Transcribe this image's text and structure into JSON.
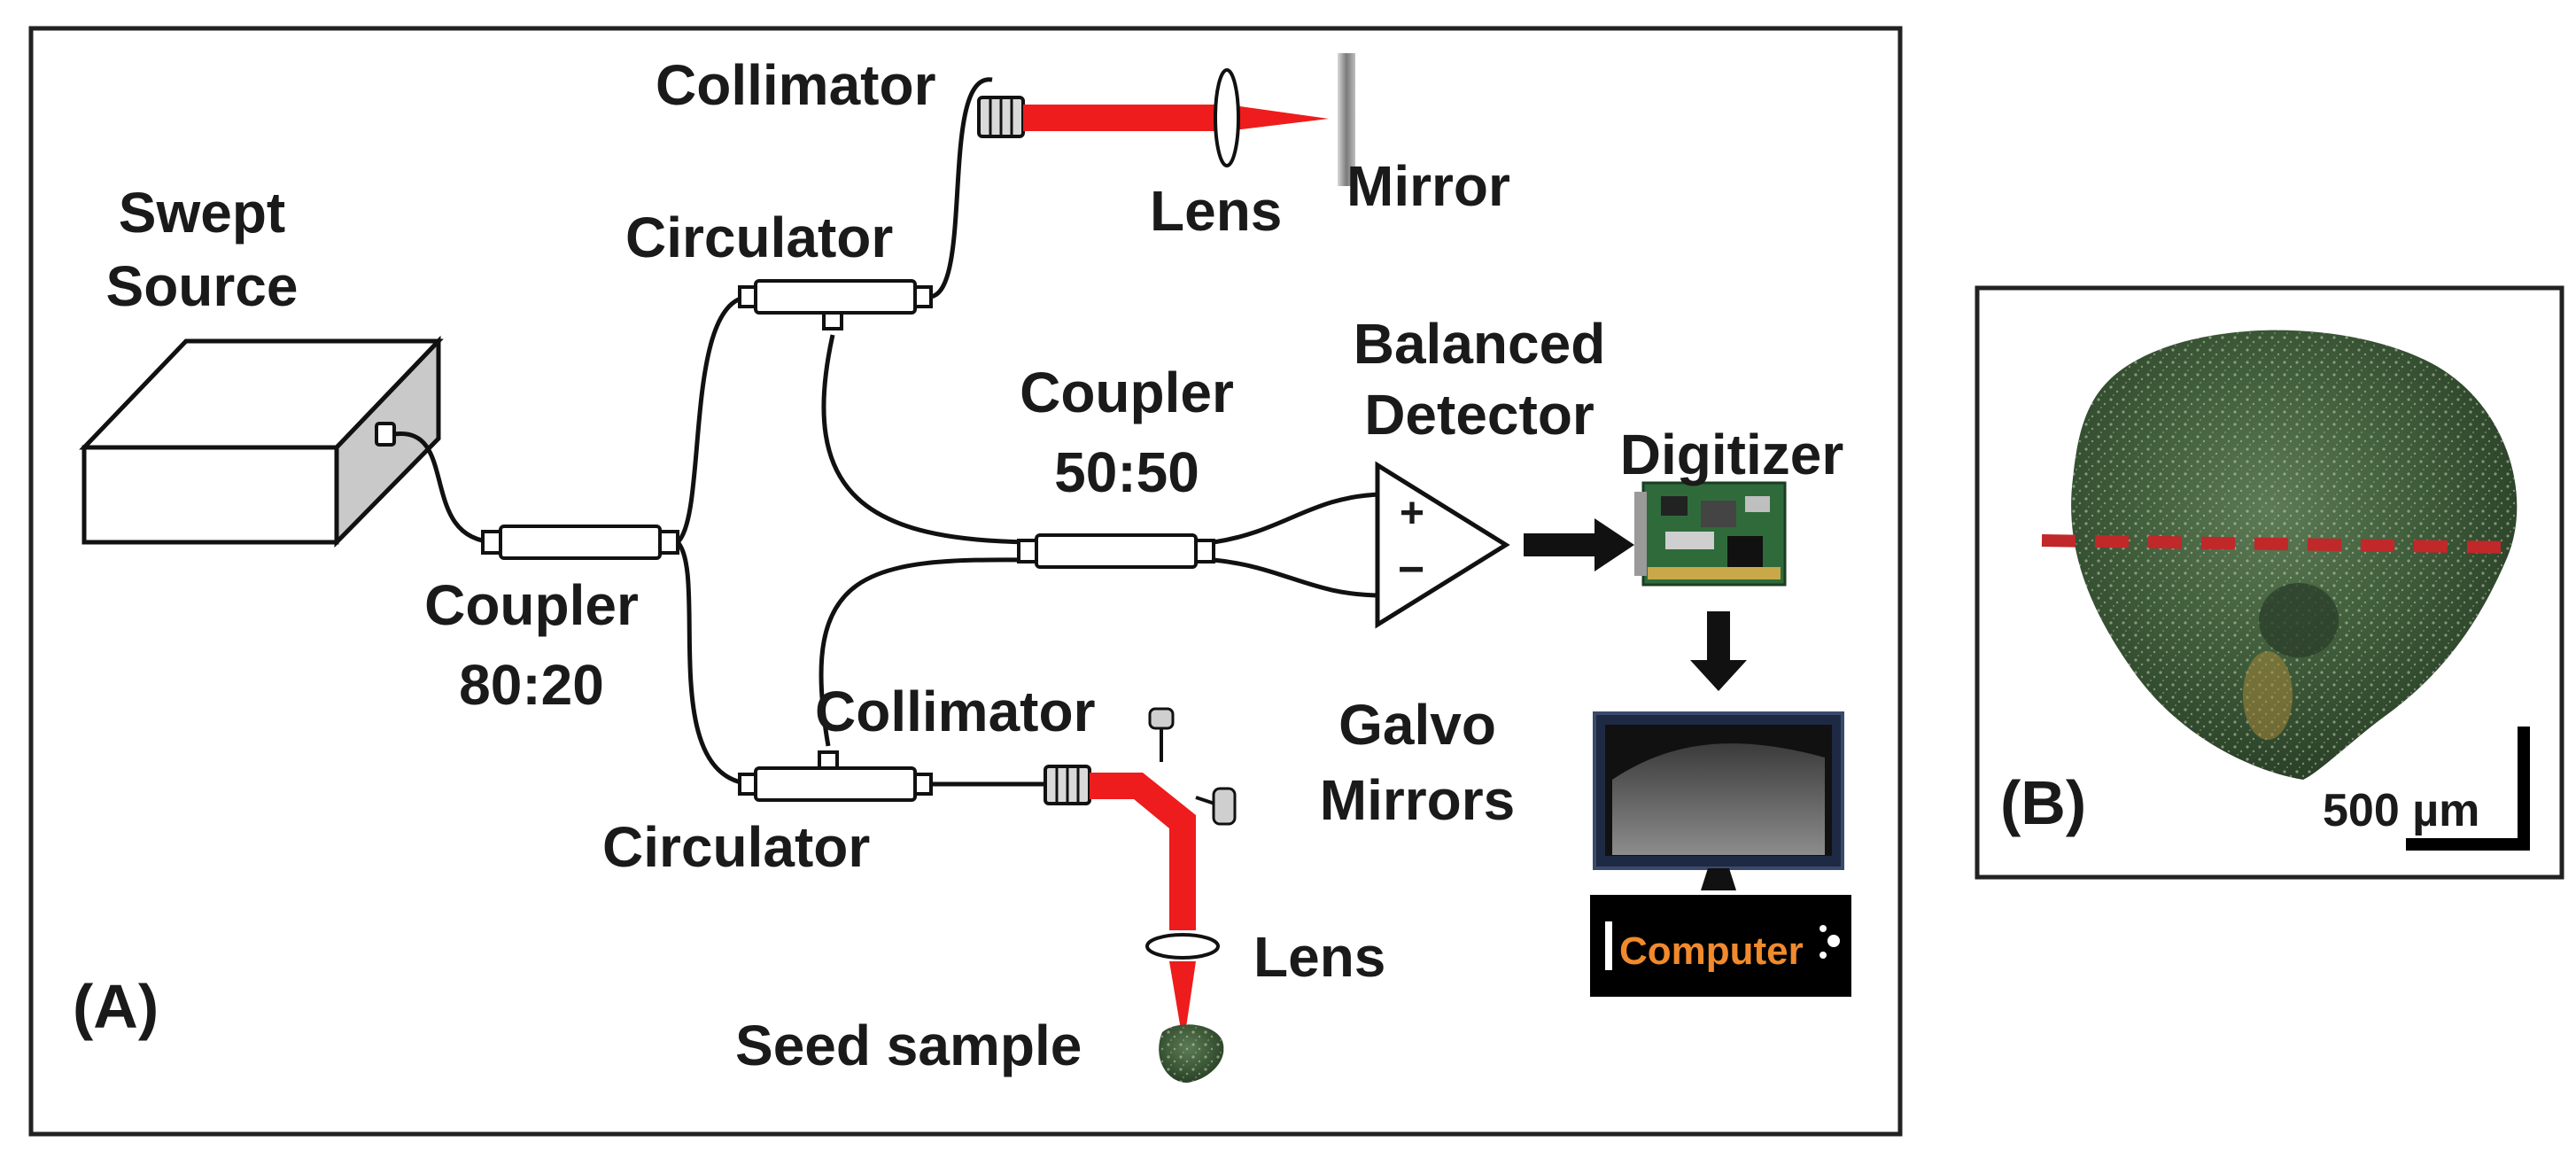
{
  "panel_a": {
    "label": "(A)",
    "swept_source": {
      "line1": "Swept",
      "line2": "Source"
    },
    "collimator_top": "Collimator",
    "lens_top": "Lens",
    "mirror": "Mirror",
    "circulator_top": "Circulator",
    "coupler_5050": {
      "line1": "Coupler",
      "line2": "50:50"
    },
    "balanced_detector": {
      "line1": "Balanced",
      "line2": "Detector",
      "plus": "+",
      "minus": "−"
    },
    "digitizer": "Digitizer",
    "coupler_8020": {
      "line1": "Coupler",
      "line2": "80:20"
    },
    "collimator_bottom": "Collimator",
    "galvo_mirrors": {
      "line1": "Galvo",
      "line2": "Mirrors"
    },
    "circulator_bottom": "Circulator",
    "lens_bottom": "Lens",
    "seed_sample": "Seed sample",
    "computer": "Computer"
  },
  "panel_b": {
    "label": "(B)",
    "scale_bar": "500 µm"
  },
  "colors": {
    "beam": "#ee1c1c",
    "seed": "#3d5a38",
    "dashed_line": "#c0282a",
    "frame": "#222222",
    "computer_text": "#f08a2c"
  }
}
